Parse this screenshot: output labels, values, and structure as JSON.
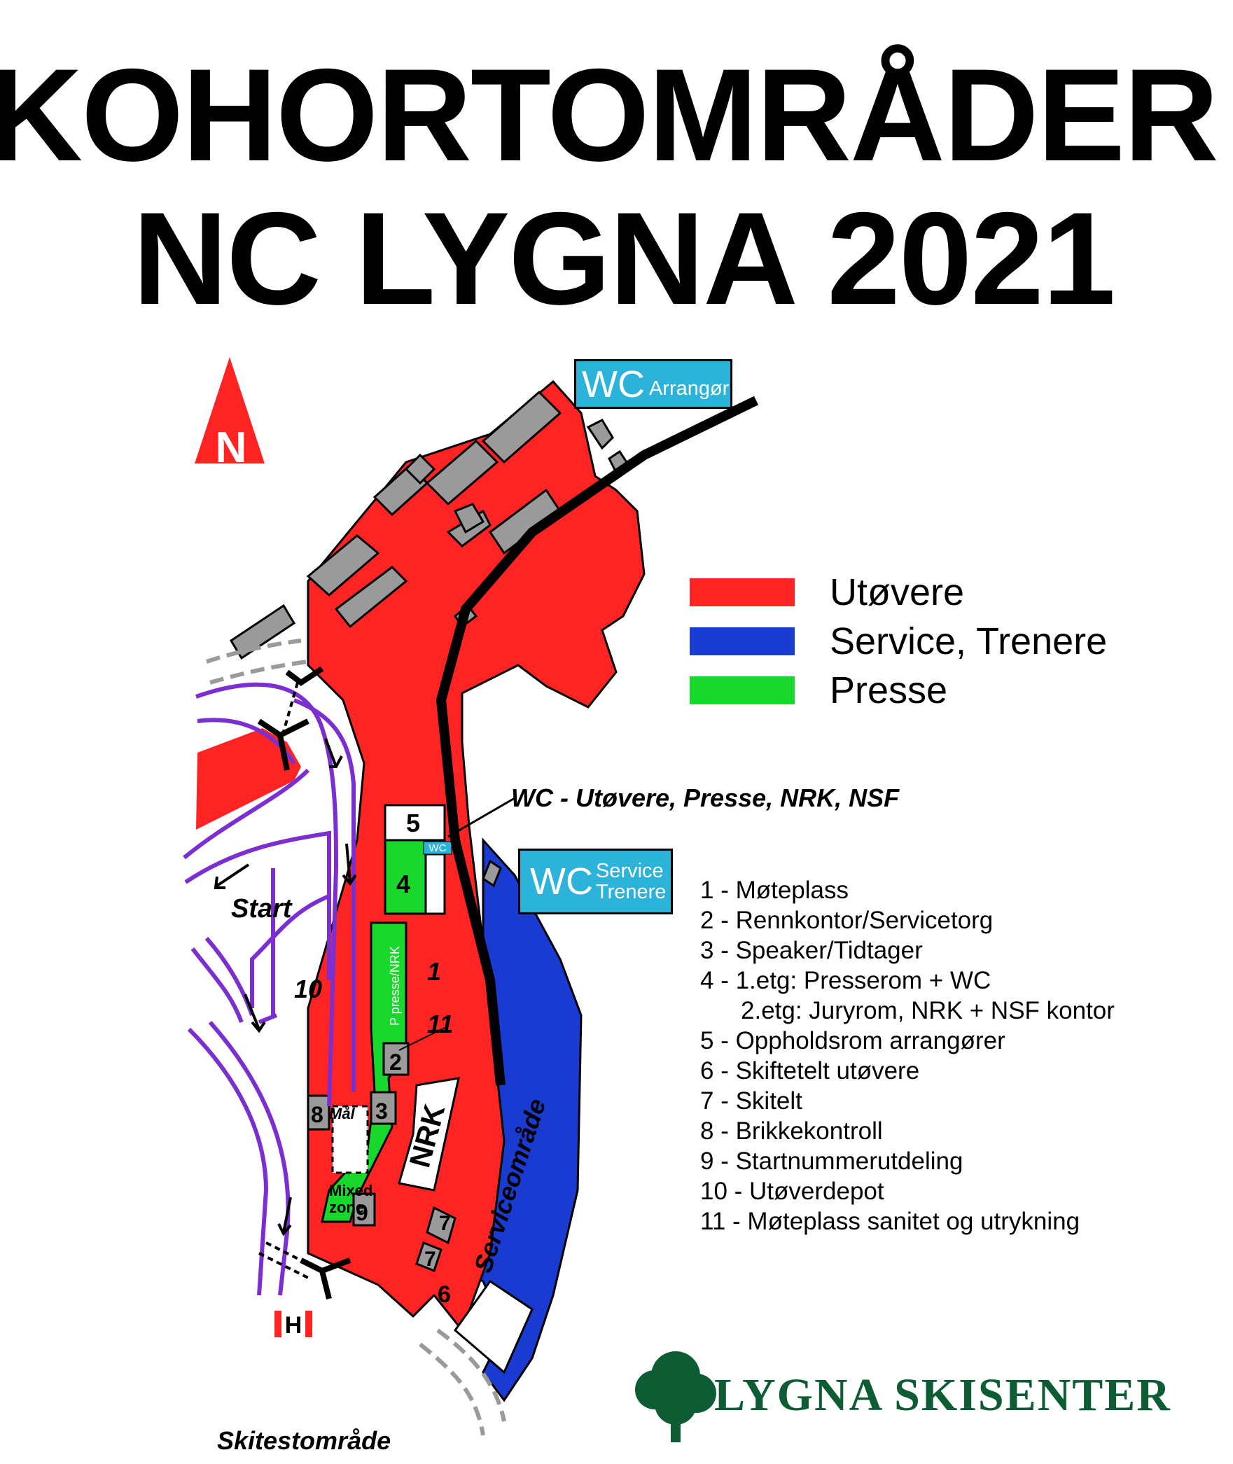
{
  "header": {
    "line1": "KOHORTOMRÅDER",
    "line2": "NC LYGNA 2021"
  },
  "north_arrow": {
    "letter": "N",
    "icon": "north-arrow-icon"
  },
  "legend": [
    {
      "label": "Utøvere",
      "color": "#ff2424"
    },
    {
      "label": "Service, Trenere",
      "color": "#1a3bd1"
    },
    {
      "label": "Presse",
      "color": "#18d82b"
    }
  ],
  "wc_boxes": {
    "arrangor": {
      "big": "WC",
      "small": "Arrangør"
    },
    "service": {
      "big": "WC",
      "small1": "Service",
      "small2": "Trenere"
    }
  },
  "callout": "WC - Utøvere, Presse, NRK, NSF",
  "map_labels": {
    "start": "Start",
    "ten": "10",
    "one": "1",
    "eleven": "11",
    "two": "2",
    "three": "3",
    "four": "4",
    "five": "5",
    "six": "6",
    "seven_a": "7",
    "seven_b": "7",
    "eight": "8",
    "nine": "9",
    "wc_small": "WC",
    "p_presse": "P presse/NRK",
    "nrk": "NRK",
    "mal": "Mål",
    "mixed1": "Mixed",
    "mixed2": "zone",
    "serviceomrade": "Serviceområde",
    "skitest": "Skitestområde",
    "helipad": "H"
  },
  "numbered_list": [
    "1 - Møteplass",
    "2 - Rennkontor/Servicetorg",
    "3 - Speaker/Tidtager",
    "4 - 1.etg: Presserom + WC",
    "2.etg: Juryrom, NRK + NSF kontor",
    "5 - Oppholdsrom arrangører",
    "6 - Skiftetelt utøvere",
    "7 - Skitelt",
    "8 - Brikkekontroll",
    "9 - Startnummerutdeling",
    "10 - Utøverdepot",
    "11 - Møteplass sanitet og utrykning"
  ],
  "logo": {
    "text": "LYGNA SKISENTER",
    "icon": "tree-icon",
    "color": "#0d5c33"
  }
}
